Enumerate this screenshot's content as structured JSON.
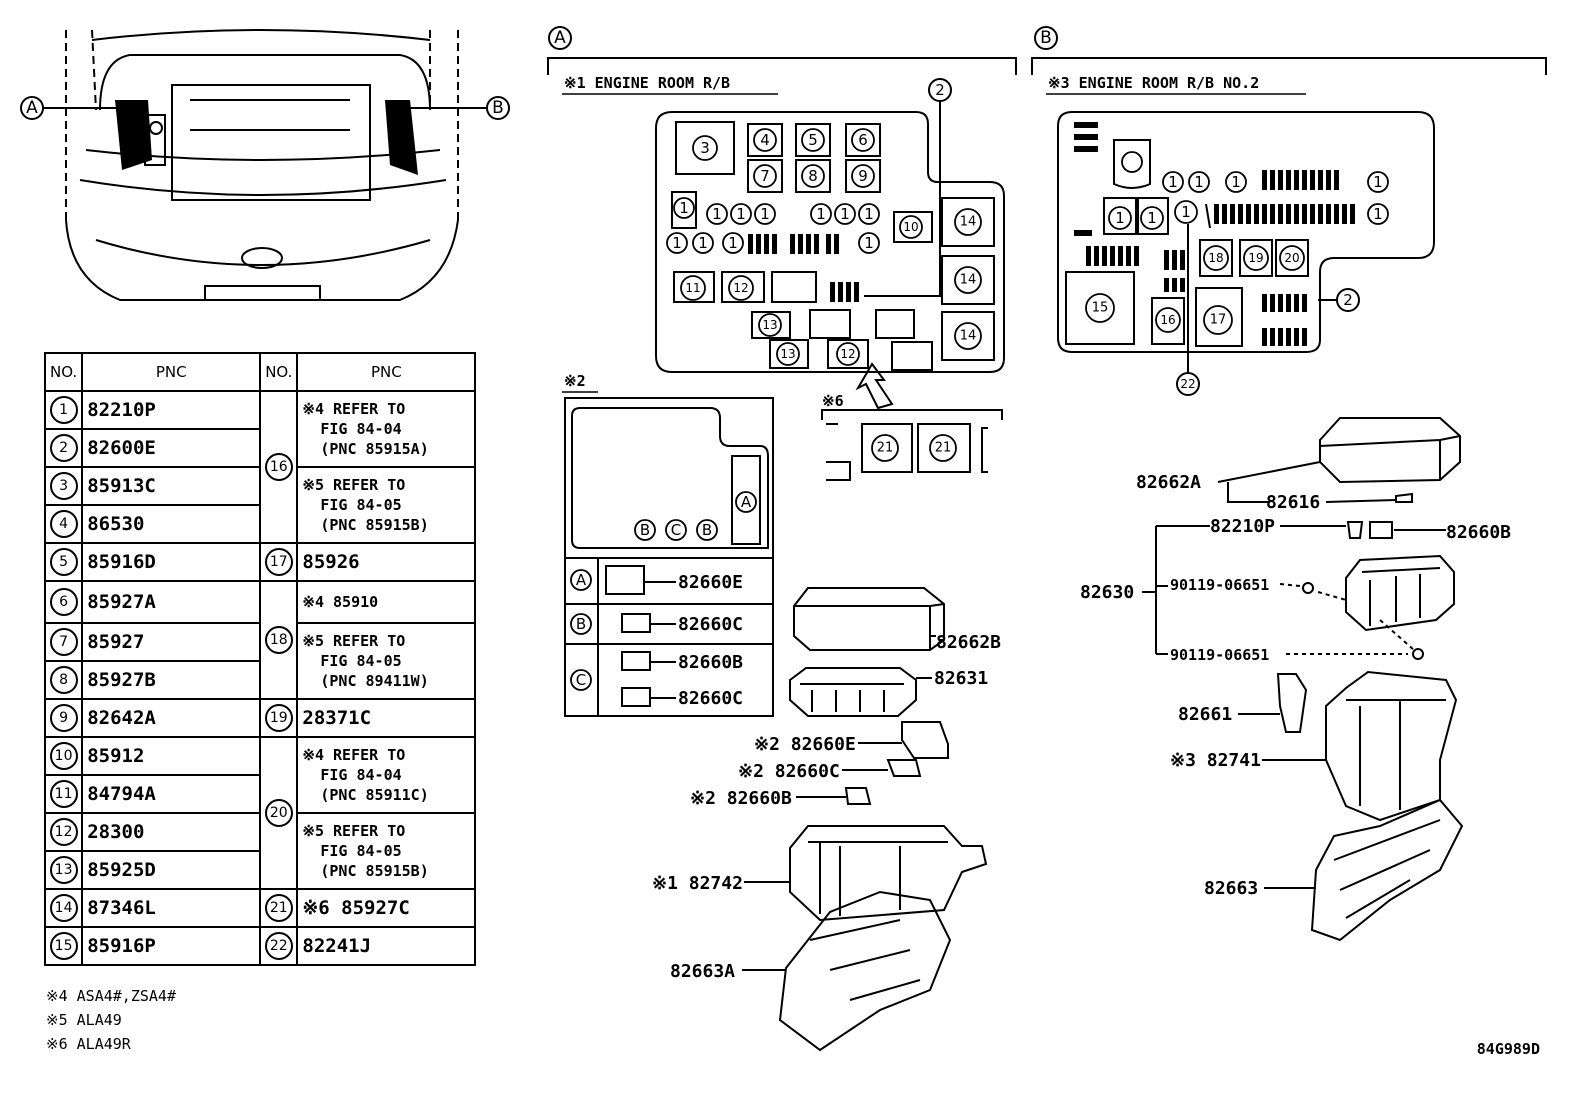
{
  "view_labels": {
    "a": "A",
    "b": "B"
  },
  "box_a": {
    "note_ref": "※2",
    "title": "※1 ENGINE ROOM R/B",
    "sub_label": "※6"
  },
  "box_b": {
    "title": "※3 ENGINE ROOM R/B NO.2"
  },
  "table": {
    "headers": {
      "no": "NO.",
      "pnc": "PNC",
      "no2": "NO.",
      "pnc2": "PNC"
    },
    "left_rows": [
      {
        "no": "1",
        "pnc": "82210P"
      },
      {
        "no": "2",
        "pnc": "82600E"
      },
      {
        "no": "3",
        "pnc": "85913C"
      },
      {
        "no": "4",
        "pnc": "86530"
      },
      {
        "no": "5",
        "pnc": "85916D"
      },
      {
        "no": "6",
        "pnc": "85927A"
      },
      {
        "no": "7",
        "pnc": "85927"
      },
      {
        "no": "8",
        "pnc": "85927B"
      },
      {
        "no": "9",
        "pnc": "82642A"
      },
      {
        "no": "10",
        "pnc": "85912"
      },
      {
        "no": "11",
        "pnc": "84794A"
      },
      {
        "no": "12",
        "pnc": "28300"
      },
      {
        "no": "13",
        "pnc": "85925D"
      },
      {
        "no": "14",
        "pnc": "87346L"
      },
      {
        "no": "15",
        "pnc": "85916P"
      }
    ],
    "right": {
      "n16": "16",
      "r16a": [
        "※4 REFER TO",
        "FIG 84-04",
        "(PNC 85915A)"
      ],
      "r16b": [
        "※5 REFER TO",
        "FIG 84-05",
        "(PNC 85915B)"
      ],
      "n17": "17",
      "p17": "85926",
      "n18": "18",
      "r18a": "※4 85910",
      "r18b": [
        "※5 REFER TO",
        "FIG 84-05",
        "(PNC 89411W)"
      ],
      "n19": "19",
      "p19": "28371C",
      "n20": "20",
      "r20a": [
        "※4 REFER TO",
        "FIG 84-04",
        "(PNC 85911C)"
      ],
      "r20b": [
        "※5 REFER TO",
        "FIG 84-05",
        "(PNC 85915B)"
      ],
      "n21": "21",
      "p21": "※6 85927C",
      "n22": "22",
      "p22": "82241J"
    }
  },
  "notes": [
    "※4 ASA4#,ZSA4#",
    "※5 ALA49",
    "※6 ALA49R"
  ],
  "connector_table": {
    "rows": [
      {
        "key": "A",
        "pnc": "82660E"
      },
      {
        "key": "B",
        "pnc": "82660C"
      },
      {
        "key": "C",
        "pnc": "82660B"
      },
      {
        "key": "C",
        "pnc": "82660C"
      }
    ],
    "mini_labels": [
      "B",
      "C",
      "B",
      "A"
    ]
  },
  "parts_a": {
    "p82662B": "82662B",
    "p82631": "82631",
    "p82660E": "※2 82660E",
    "p82660C": "※2 82660C",
    "p82660B": "※2 82660B",
    "p82742": "※1 82742",
    "p82663A": "82663A"
  },
  "parts_b": {
    "p82662A": "82662A",
    "p82616": "82616",
    "p82210P": "82210P",
    "p82660B": "82660B",
    "p82630": "82630",
    "bolt1": "90119-06651",
    "bolt2": "90119-06651",
    "p82661": "82661",
    "p82741": "※3 82741",
    "p82663": "82663"
  },
  "figure_id": "84G989D"
}
